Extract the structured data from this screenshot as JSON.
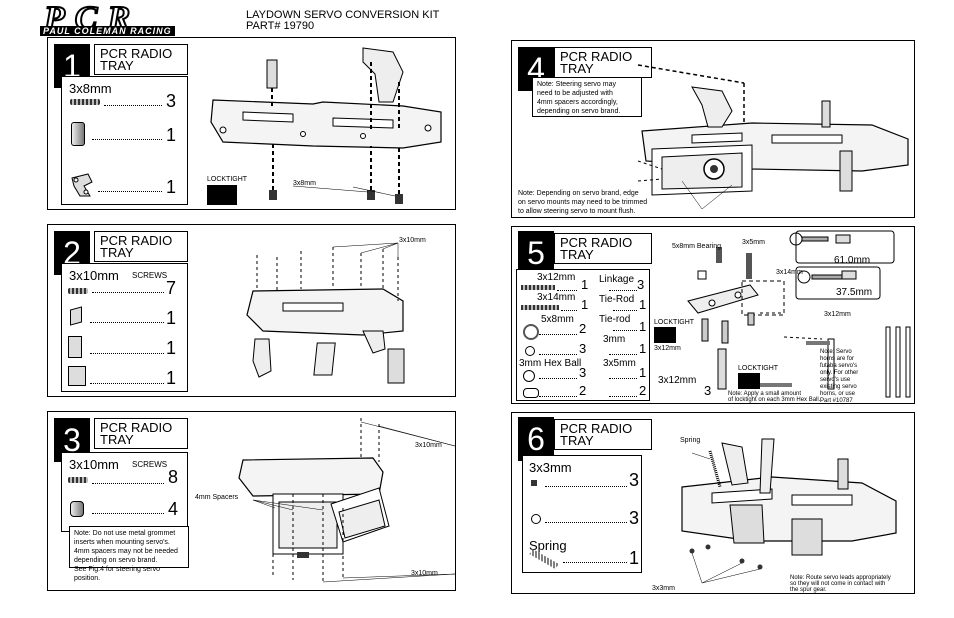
{
  "header": {
    "logo_text": "PCR",
    "logo_subtext": "PAUL COLEMAN RACING",
    "title": "LAYDOWN SERVO CONVERSION KIT",
    "part_number": "PART# 19790"
  },
  "steps": [
    {
      "number": "1",
      "title_line1": "PCR RADIO",
      "title_line2": "TRAY",
      "parts": [
        {
          "label": "3x8mm",
          "qty": "3"
        },
        {
          "label": "",
          "qty": "1"
        },
        {
          "label": "",
          "qty": "1"
        }
      ],
      "callouts": {
        "locktight": "LOCKTIGHT",
        "screw": "3x8mm"
      }
    },
    {
      "number": "2",
      "title_line1": "PCR RADIO",
      "title_line2": "TRAY",
      "parts": [
        {
          "label": "3x10mm",
          "sub": "SCREWS",
          "qty": "7"
        },
        {
          "label": "",
          "qty": "1"
        },
        {
          "label": "",
          "qty": "1"
        },
        {
          "label": "",
          "qty": "1"
        }
      ],
      "callouts": {
        "screw": "3x10mm"
      }
    },
    {
      "number": "3",
      "title_line1": "PCR RADIO",
      "title_line2": "TRAY",
      "parts": [
        {
          "label": "3x10mm",
          "sub": "SCREWS",
          "qty": "8"
        },
        {
          "label": "",
          "qty": "4"
        }
      ],
      "note": [
        "Note: Do not use metal grommet",
        "inserts when mounting servo's.",
        "4mm spacers may not be needed",
        "depending on servo brand.",
        "See Fig.4 for steering servo position."
      ],
      "callouts": {
        "spacers": "4mm Spacers",
        "screw_top": "3x10mm",
        "screw_bottom": "3x10mm"
      }
    },
    {
      "number": "4",
      "title_line1": "PCR RADIO",
      "title_line2": "TRAY",
      "note_top": [
        "Note:  Steering servo may",
        "need to be adjusted with",
        "4mm spacers  accordingly,",
        "depending on servo brand."
      ],
      "note_bottom": [
        "Note:  Depending on servo brand, edge",
        "on servo mounts may need to be trimmed",
        "to allow steering servo to mount flush."
      ]
    },
    {
      "number": "5",
      "title_line1": "PCR RADIO",
      "title_line2": "TRAY",
      "parts_left": [
        {
          "label": "3x12mm",
          "qty": "1"
        },
        {
          "label": "3x14mm",
          "qty": "1"
        },
        {
          "label": "5x8mm",
          "qty": "2"
        },
        {
          "label": "",
          "qty": "3"
        },
        {
          "label": "3mm Hex Ball",
          "qty": "3"
        },
        {
          "label": "",
          "qty": "2"
        }
      ],
      "parts_right": [
        {
          "label": "Linkage",
          "qty": "3"
        },
        {
          "label": "Tie-Rod",
          "qty": "1"
        },
        {
          "label": "Tie-rod",
          "qty": "1"
        },
        {
          "label": "3mm",
          "qty": "1"
        },
        {
          "label": "3x5mm",
          "qty": "1"
        },
        {
          "label": "",
          "qty": "2"
        }
      ],
      "callouts": {
        "bearing": "5x8mm Bearing",
        "screw_5": "3x5mm",
        "screw_14": "3x14mm",
        "len1": "61.0mm",
        "len2": "37.5mm",
        "screw_12a": "3x12mm",
        "screw_12b": "3x12mm",
        "screw_12c": "3x12mm",
        "qty_12c": "3",
        "locktight1": "LOCKTIGHT",
        "locktight2": "LOCKTIGHT",
        "note_hex": [
          "Note: Apply a small amount",
          "of locktight on each 3mm Hex Ball."
        ],
        "note_horn": [
          "Note: Servo",
          "horns are for",
          "futaba servo's",
          "only. For other",
          "servo's use",
          "existing servo",
          "horns, or use",
          "Part #10787"
        ]
      }
    },
    {
      "number": "6",
      "title_line1": "PCR RADIO",
      "title_line2": "TRAY",
      "parts": [
        {
          "label": "3x3mm",
          "qty": "3"
        },
        {
          "label": "",
          "qty": "3"
        },
        {
          "label": "Spring",
          "qty": "1"
        }
      ],
      "callouts": {
        "spring": "Spring",
        "setscrew": "3x3mm"
      },
      "note": [
        "Note: Route servo leads appropriately",
        "so they will not come in contact with",
        "the spur gear."
      ]
    }
  ]
}
